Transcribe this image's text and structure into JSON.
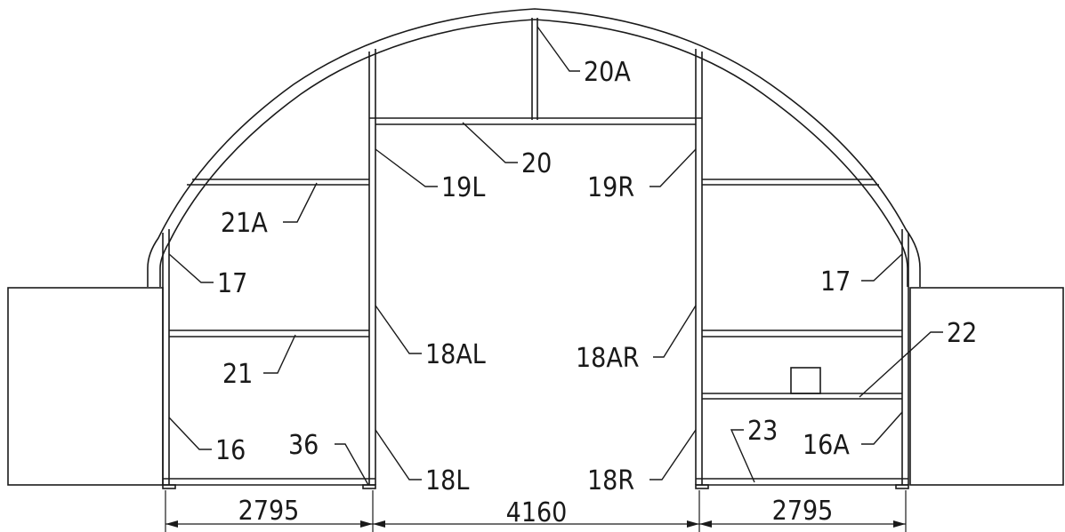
{
  "labels": {
    "l20A": "20A",
    "l20": "20",
    "l19L": "19L",
    "l19R": "19R",
    "l21A": "21A",
    "l17_left": "17",
    "l17_right": "17",
    "l18AL": "18AL",
    "l18AR": "18AR",
    "l22": "22",
    "l21": "21",
    "l23": "23",
    "l16A": "16A",
    "l16": "16",
    "l36": "36",
    "l18L": "18L",
    "l18R": "18R"
  },
  "dimensions": {
    "left": "2795",
    "center": "4160",
    "right": "2795"
  }
}
